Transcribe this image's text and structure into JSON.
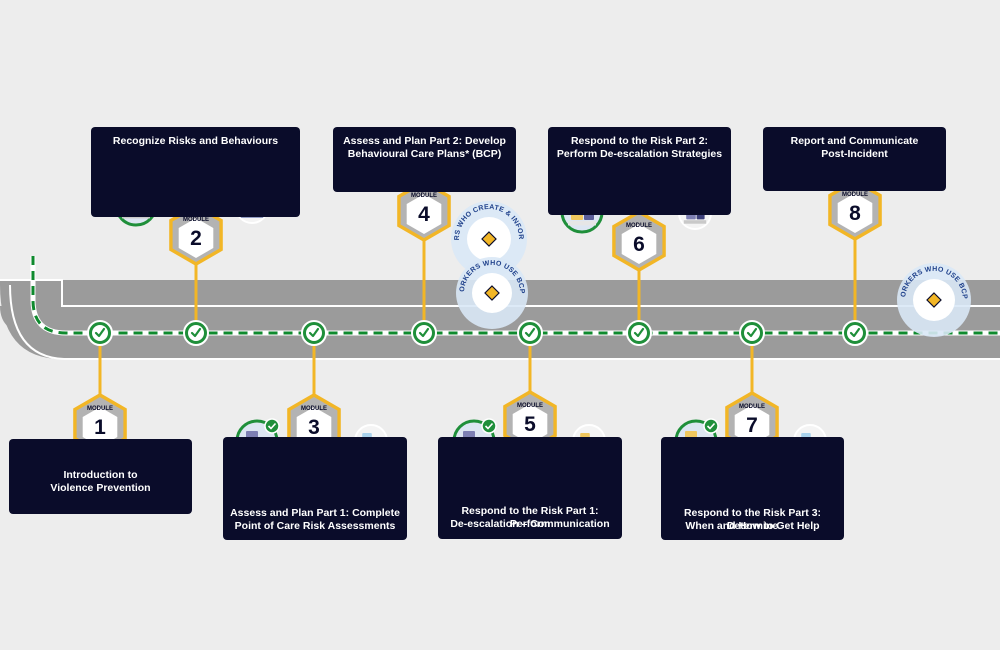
{
  "colors": {
    "background": "#ededed",
    "road": "#9b9b9b",
    "road_edge": "#ffffff",
    "lane_dash": "#0f8a2e",
    "accent": "#f2b626",
    "card": "#0a0c2a",
    "hex": "#b3b3b3",
    "check": "#1f8f3a"
  },
  "module_word": "MODULE",
  "modules": [
    {
      "number": "1",
      "lines": [
        "Introduction to",
        "Violence Prevention"
      ],
      "position": "below"
    },
    {
      "number": "2",
      "lines": [
        "Recognize Risks and Behaviours"
      ],
      "position": "above"
    },
    {
      "number": "3",
      "lines": [
        "Assess and Plan Part 1: Complete",
        "Point of Care Risk Assessments"
      ],
      "position": "below"
    },
    {
      "number": "4",
      "lines": [
        "Assess and Plan Part 2: Develop",
        "Behavioural Care Plans* (BCP)"
      ],
      "position": "above"
    },
    {
      "number": "5",
      "lines": [
        "Respond to the Risk Part 1: Perform",
        "De-escalation – Communication"
      ],
      "position": "below"
    },
    {
      "number": "6",
      "lines": [
        "Respond to the Risk Part 2:",
        "Perform De-escalation Strategies"
      ],
      "position": "above"
    },
    {
      "number": "7",
      "lines": [
        "Respond to the Risk Part 3: Determine",
        "When and How to Get Help"
      ],
      "position": "below"
    },
    {
      "number": "8",
      "lines": [
        "Report and Communicate",
        "Post-Incident"
      ],
      "position": "above"
    }
  ],
  "badges": [
    {
      "text": "WORKERS WHO CREATE & INFORM BCPS",
      "icon": "diamond-icon"
    },
    {
      "text": "WORKERS WHO USE BCPS",
      "icon": "diamond-icon"
    },
    {
      "text": "WORKERS WHO USE BCPS",
      "icon": "diamond-icon"
    }
  ],
  "icons": {
    "checkpoint": "check-circle-icon",
    "scene": "scene-illustration-icon"
  }
}
